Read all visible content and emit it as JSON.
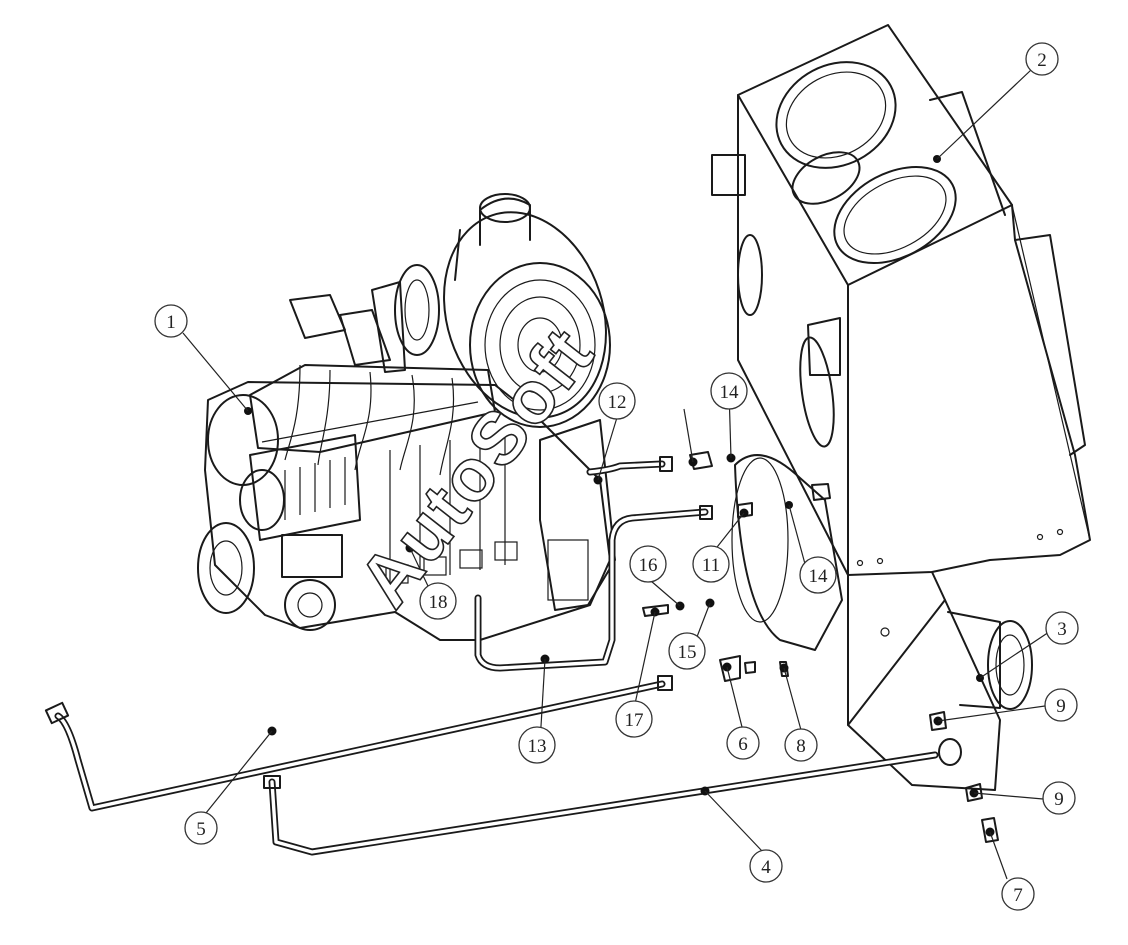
{
  "watermark": "AutoSoft",
  "callouts": [
    {
      "id": "c1",
      "label": "1"
    },
    {
      "id": "c2",
      "label": "2"
    },
    {
      "id": "c3",
      "label": "3"
    },
    {
      "id": "c4",
      "label": "4"
    },
    {
      "id": "c5",
      "label": "5"
    },
    {
      "id": "c6",
      "label": "6"
    },
    {
      "id": "c7",
      "label": "7"
    },
    {
      "id": "c8",
      "label": "8"
    },
    {
      "id": "c9a",
      "label": "9"
    },
    {
      "id": "c9b",
      "label": "9"
    },
    {
      "id": "c11",
      "label": "11"
    },
    {
      "id": "c12",
      "label": "12"
    },
    {
      "id": "c13",
      "label": "13"
    },
    {
      "id": "c14a",
      "label": "14"
    },
    {
      "id": "c14b",
      "label": "14"
    },
    {
      "id": "c15",
      "label": "15"
    },
    {
      "id": "c16",
      "label": "16"
    },
    {
      "id": "c17",
      "label": "17"
    },
    {
      "id": "c18",
      "label": "18"
    }
  ]
}
